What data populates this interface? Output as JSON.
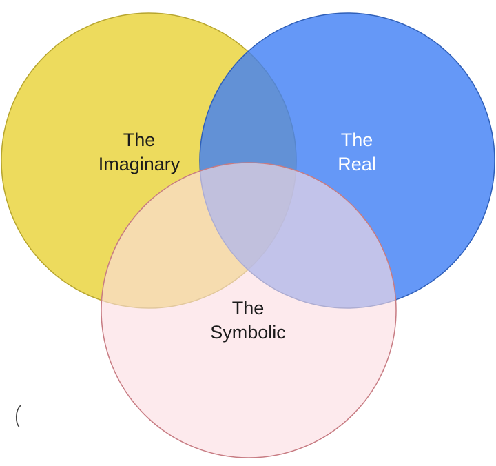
{
  "diagram": {
    "circles": [
      {
        "id": "imaginary",
        "line1": "The",
        "line2": "Imaginary",
        "fill": "#ecd84f",
        "stroke": "#b7a52e",
        "label_color": "#1b1b1b"
      },
      {
        "id": "real",
        "line1": "The",
        "line2": "Real",
        "fill": "#3f7ef5",
        "stroke": "#2f5fb8",
        "label_color": "#ffffff"
      },
      {
        "id": "symbolic",
        "line1": "The",
        "line2": "Symbolic",
        "fill": "#fbdde2",
        "stroke": "#c77b82",
        "label_color": "#1b1b1b"
      }
    ]
  }
}
